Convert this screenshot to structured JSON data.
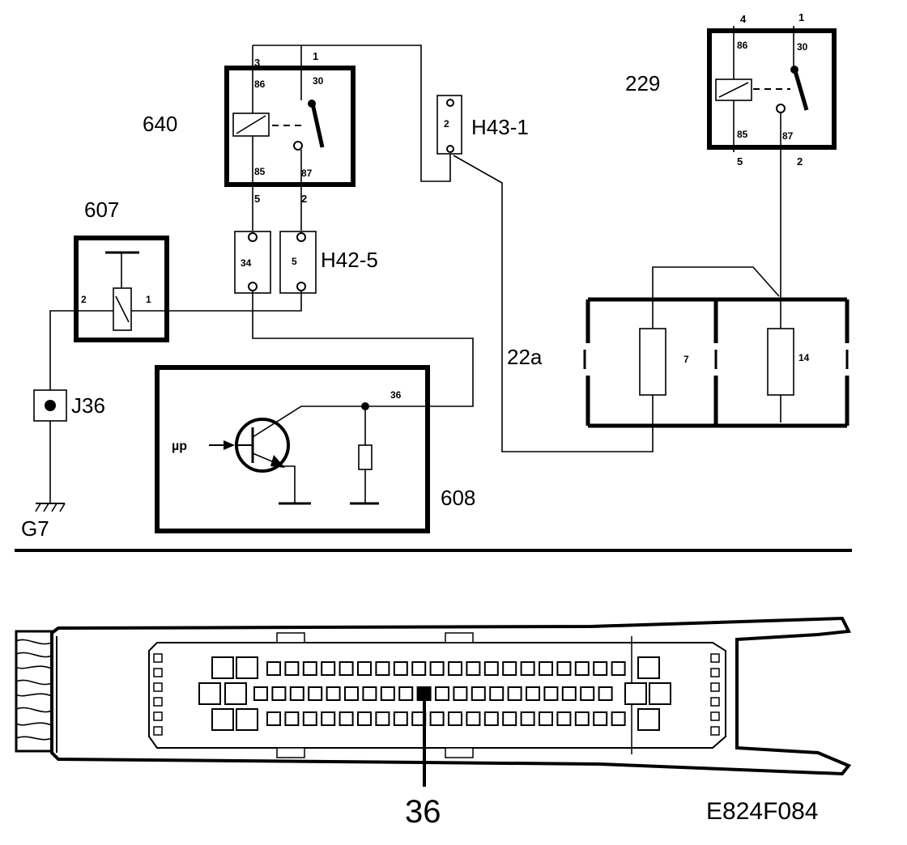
{
  "components": {
    "relay_640": {
      "label": "640",
      "pin_86": "86",
      "pin_30": "30",
      "pin_85": "85",
      "pin_87": "87",
      "wire_3": "3",
      "wire_1": "1",
      "wire_5": "5",
      "wire_2": "2"
    },
    "relay_229": {
      "label": "229",
      "pin_86": "86",
      "pin_30": "30",
      "pin_85": "85",
      "pin_87": "87",
      "wire_4": "4",
      "wire_1": "1",
      "wire_5": "5",
      "wire_2": "2"
    },
    "switch_607": {
      "label": "607",
      "pin_2": "2",
      "pin_1": "1"
    },
    "connector_h43": {
      "label": "H43-1",
      "pin": "2"
    },
    "connector_h42": {
      "label": "H42-5",
      "pin_a": "34",
      "pin_b": "5"
    },
    "splice_j36": {
      "label": "J36"
    },
    "ground_g7": {
      "label": "G7"
    },
    "ecu_608": {
      "label": "608",
      "input": "µp",
      "pin": "36"
    },
    "fusebox": {
      "wire": "22a",
      "fuse_a": "7",
      "fuse_b": "14"
    }
  },
  "connector_view": {
    "pin_callout": "36",
    "figure_code": "E824F084"
  }
}
